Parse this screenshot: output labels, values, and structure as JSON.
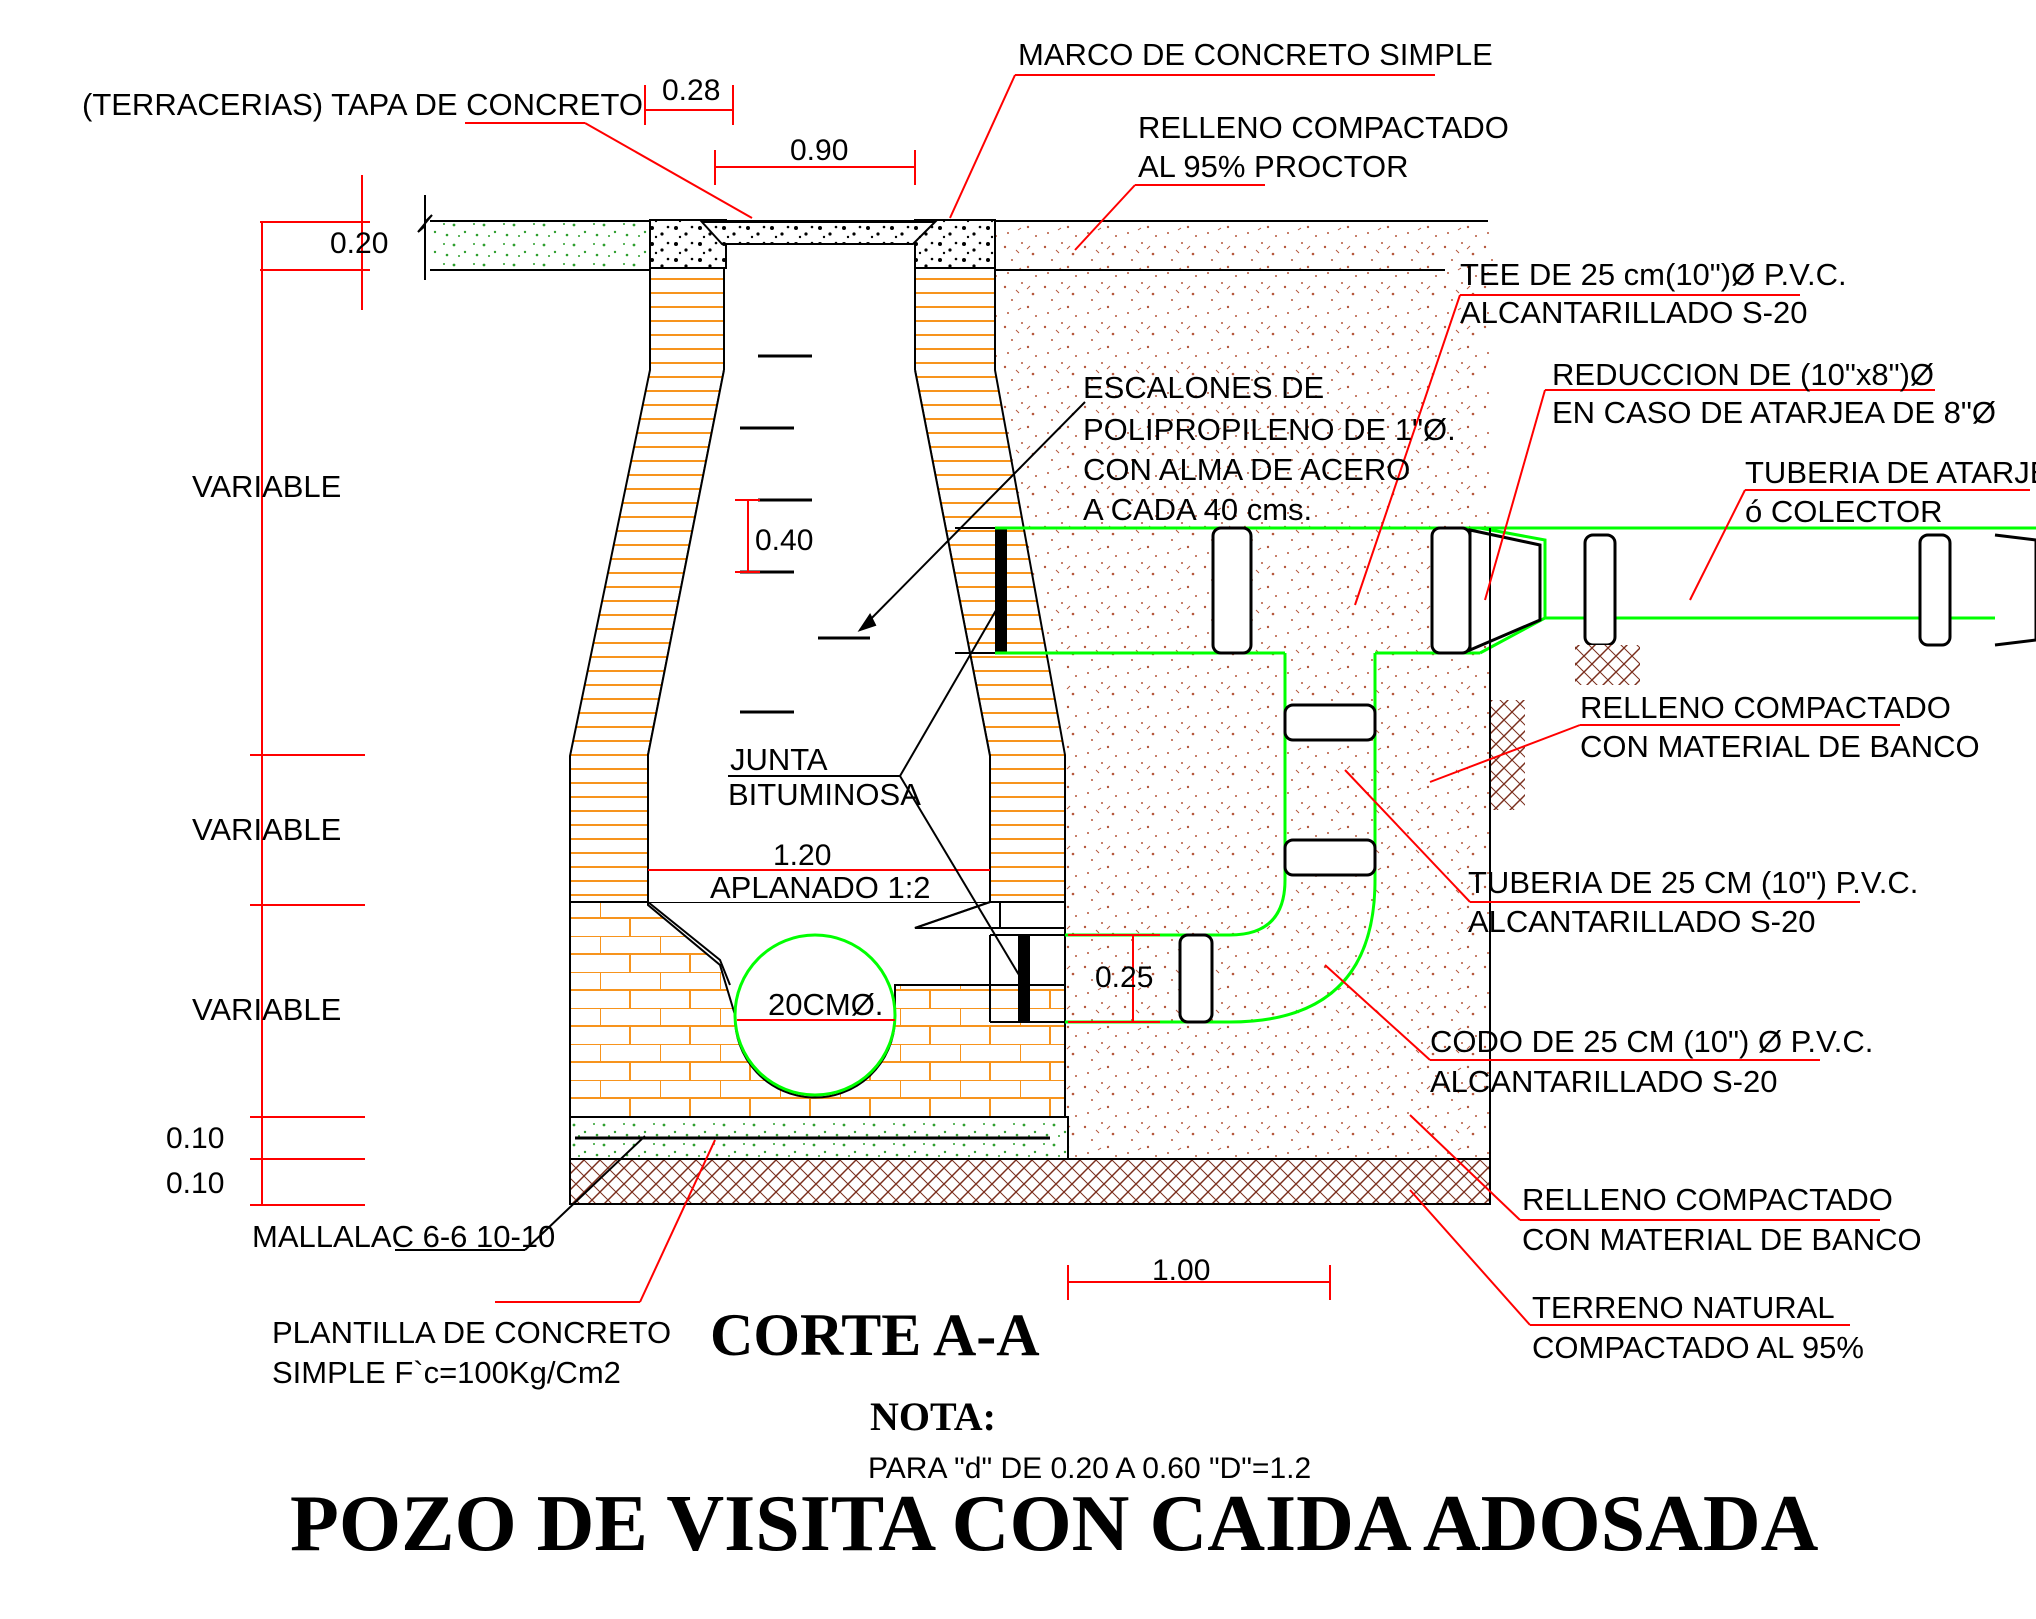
{
  "title": "POZO DE VISITA CON CAIDA ADOSADA",
  "section_title": "CORTE A-A",
  "note": {
    "heading": "NOTA:",
    "text": "PARA \"d\" DE 0.20 A 0.60 \"D\"=1.2"
  },
  "labels": {
    "tapa": "(TERRACERIAS) TAPA DE CONCRETO",
    "marco": "MARCO DE CONCRETO SIMPLE",
    "relleno95_1": "RELLENO COMPACTADO",
    "relleno95_2": "AL 95% PROCTOR",
    "tee_1": "TEE DE 25 cm(10\")Ø P.V.C.",
    "tee_2": "ALCANTARILLADO  S-20",
    "reduccion_1": "REDUCCION DE (10\"x8\")Ø",
    "reduccion_2": "EN CASO DE ATARJEA DE 8\"Ø",
    "tuberia_atarjea_1": "TUBERIA DE ATARJEA",
    "tuberia_atarjea_2": " ó  COLECTOR",
    "escalones_1": "ESCALONES DE",
    "escalones_2": "POLIPROPILENO DE 1\"Ø.",
    "escalones_3": "CON ALMA DE ACERO",
    "escalones_4": "A CADA 40 cms.",
    "junta_1": "JUNTA",
    "junta_2": "BITUMINOSA",
    "relleno_banco_a_1": "RELLENO COMPACTADO",
    "relleno_banco_a_2": "CON MATERIAL DE BANCO",
    "tuberia25_1": "TUBERIA DE 25 CM (10\") P.V.C.",
    "tuberia25_2": "ALCANTARILLADO S-20",
    "codo_1": "CODO DE 25 CM (10\") Ø P.V.C.",
    "codo_2": "ALCANTARILLADO S-20",
    "relleno_banco_b_1": "RELLENO COMPACTADO",
    "relleno_banco_b_2": "CON MATERIAL DE BANCO",
    "terreno_1": "TERRENO NATURAL",
    "terreno_2": "COMPACTADO AL 95%",
    "malla": "MALLALAC 6-6 10-10",
    "plantilla_1": "PLANTILLA DE CONCRETO",
    "plantilla_2": "SIMPLE F`c=100Kg/Cm2",
    "aplanado": "APLANADO 1:2",
    "diam_20": "20CMØ."
  },
  "dimensions": {
    "d028": "0.28",
    "d090": "0.90",
    "d020": "0.20",
    "d040": "0.40",
    "d120": "1.20",
    "d025": "0.25",
    "d100": "1.00",
    "d010a": "0.10",
    "d010b": "0.10",
    "variable1": "VARIABLE",
    "variable2": "VARIABLE",
    "variable3": "VARIABLE"
  },
  "colors": {
    "dimension": "#ff0000",
    "pipe": "#00ff00",
    "brick": "#f7941d",
    "fill_dots": "#b5573c",
    "gravel": "#2e9e2e"
  }
}
